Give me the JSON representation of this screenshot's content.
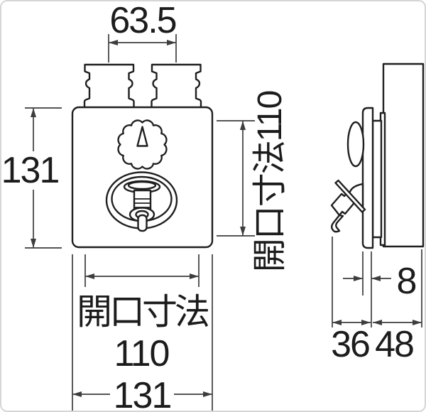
{
  "drawing": {
    "kind": "technical dimension drawing",
    "subject": "wall-mounted two-valve mixing faucet body, front view and side view"
  },
  "labels": {
    "pipe_pitch": "63.5",
    "height": "131",
    "opening_vertical": "開口寸法110",
    "opening_caption": "開口寸法",
    "opening_width": "110",
    "width": "131",
    "plate_thickness": "8",
    "handle_projection": "36",
    "body_depth": "48"
  },
  "colors": {
    "object_line": "#1f1f1f",
    "dimension_line": "#3d3d3d",
    "background": "#ffffff",
    "border": "#d6d6d6"
  }
}
